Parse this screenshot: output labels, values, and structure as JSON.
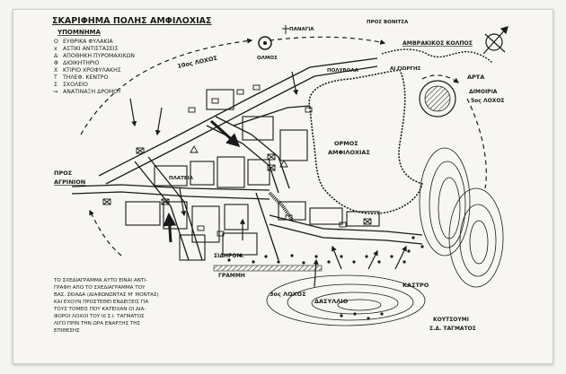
{
  "map": {
    "title": "ΣΚΑΡΙΦΗΜΑ ΠΟΛΗΣ ΑΜΦΙΛΟΧΙΑΣ",
    "legend_title": "ΥΠΟΜΝΗΜΑ",
    "legend": [
      {
        "symbol": "O",
        "text": "ΕΥΘΡΙΚΑ ΦΥΛΑΚΙΑ"
      },
      {
        "symbol": "x",
        "text": "ΑΣΤΙΚΙ ΑΝΤΙΣΤΑΣΕΙΣ"
      },
      {
        "symbol": "Δ",
        "text": "ΑΠΟΘΗΚΗ ΠΥΡΟΜΑΧΙΚΩΝ"
      },
      {
        "symbol": "Φ",
        "text": "ΔΙΟΙΚΗΤΗΡΙΟ"
      },
      {
        "symbol": "X",
        "text": "ΚΤΙΡΙΟ ΧΡΟΦΥΛΑΚΗΣ"
      },
      {
        "symbol": "T",
        "text": "ΤΗΛΕΦ. ΚΕΝΤΡΟ"
      },
      {
        "symbol": "Σ",
        "text": "ΣΧΟΛΕΙΟ"
      },
      {
        "symbol": "↝",
        "text": "ΑΝΑΤΙΝΑΞΗ ΔΡΟΜΟΥ"
      }
    ],
    "labels": {
      "panagia": "ΠΑΝΑΓΙΑ",
      "olmos": "ΟΛΜΟΣ",
      "pros_vonitsa": "ΠΡΟΣ ΒΟΝΙΤΣΑ",
      "amvrakikos": "ΑΜΒΡΑΚΙΚΟΣ ΚΟΛΠΟΣ",
      "polyvolo": "ΠΟΛΥΒΟΛΑ",
      "ai_georgis": "ΑΙ ΓΙΩΡΓΗΣ",
      "lochos_10": "10ος ΛΟΧΟΣ",
      "arta": "ΑΡΤΑ",
      "dimoiria": "ΔΙΜΟΙΡΙΑ",
      "lochos_5": "5ος ΛΟΧΟΣ",
      "ormos": "ΟΡΜΟΣ",
      "amfilochias": "ΑΜΦΙΛΟΧΙΑΣ",
      "pros_agrinio_1": "ΠΡΟΣ",
      "pros_agrinio_2": "ΑΓΡΙΝΙΟΝ",
      "plateia": "ΠΛΑΤΕΙΑ",
      "sidirom_1": "ΣΙΔΗΡΟΜ.",
      "sidirom_2": "ΓΡΑΜΜΗ",
      "lochos_3": "3ος ΛΟΧΟΣ",
      "dasylio": "ΔΑΣΥΛΛΙΟ",
      "kastro": "ΚΑΣΤΡΟ",
      "koutsoumi": "ΚΟΥΤΣΟΥΜΙ",
      "tagma": "Σ.Δ. ΤΑΓΜΑΤΟΣ"
    },
    "note_lines": [
      "ΤΟ ΣΧΕΔΙΑΓΡΑΜΜΑ ΑΥΤΟ ΕΙΝΑΙ ΑΝΤΙ-",
      "ΓΡΑΦΗ ΑΠΟ ΤΟ ΣΧΕΔΙΑΓΡΑΜΜΑ ΤΟΥ",
      "ΒΑΣ. ΣΚΙΑΔΑ (ΔΙΑΦΩΝΩΝΤΑΣ Μ' ΜΟΝΤΑΣ)",
      "ΚΑΙ ΕΧΟΥΝ ΠΡΟΣΤΕΘΕΙ ΕΝΔΕΙΞΕΙΣ ΓΙΑ",
      "ΤΟΥΣ ΤΟΜΕΙΣ ΠΟΥ ΚΑΤΕΙΧΑΝ ΟΙ ΔΙΑ-",
      "ΦΟΡΟΙ ΛΟΧΟΙ ΤΟΥ ΙΙΙ Σ.Ι. ΤΑΓΜΑΤΟΣ",
      "ΛΙΓΟ ΠΡΙΝ ΤΗΝ ΩΡΑ ΕΝΑΡΞΗΣ ΤΗΣ",
      "ΕΠΙΘΕΣΗΣ"
    ],
    "colors": {
      "ink": "#1a1a1a",
      "paper": "#f7f6f2",
      "background": "#f4f4f2"
    }
  }
}
